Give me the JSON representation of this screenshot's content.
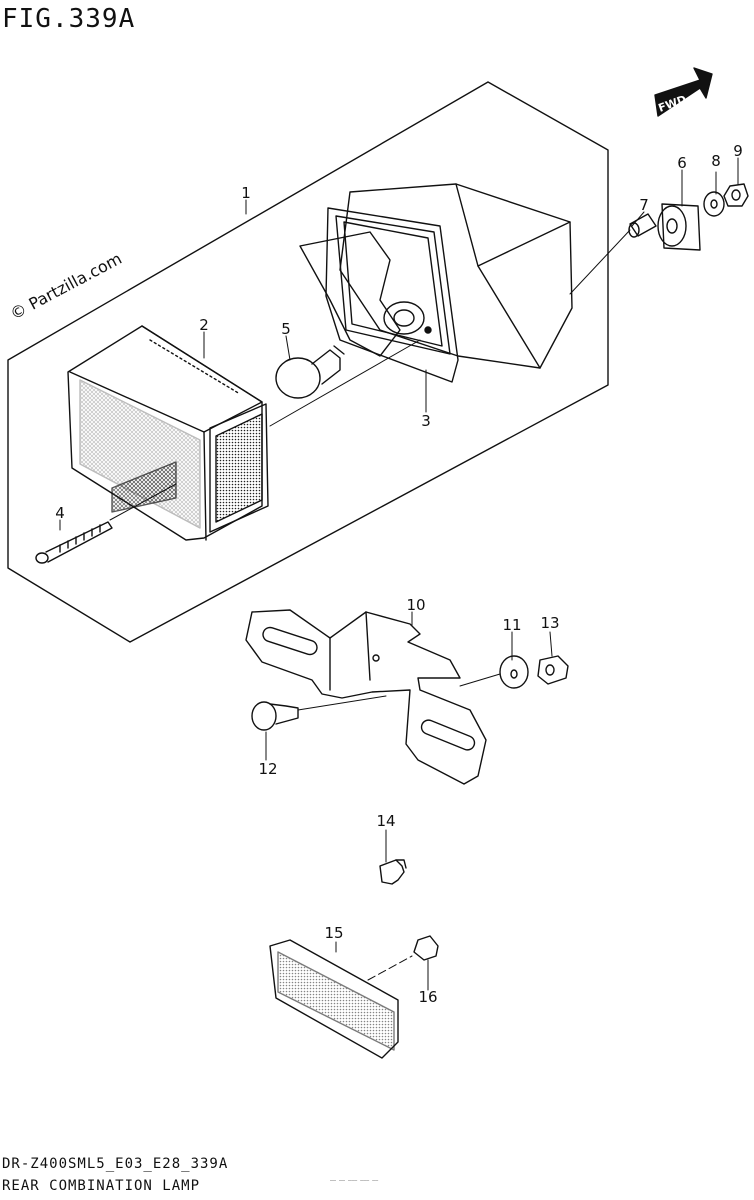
{
  "figure": {
    "title": "FIG.339A",
    "watermark": "© Partzilla.com",
    "direction_label": "FWD"
  },
  "parts": [
    {
      "id": "part-1",
      "number": "1"
    },
    {
      "id": "part-2",
      "number": "2"
    },
    {
      "id": "part-3",
      "number": "3"
    },
    {
      "id": "part-4",
      "number": "4"
    },
    {
      "id": "part-5",
      "number": "5"
    },
    {
      "id": "part-6",
      "number": "6"
    },
    {
      "id": "part-7",
      "number": "7"
    },
    {
      "id": "part-8",
      "number": "8"
    },
    {
      "id": "part-9",
      "number": "9"
    },
    {
      "id": "part-10",
      "number": "10"
    },
    {
      "id": "part-11",
      "number": "11"
    },
    {
      "id": "part-12",
      "number": "12"
    },
    {
      "id": "part-13",
      "number": "13"
    },
    {
      "id": "part-14",
      "number": "14"
    },
    {
      "id": "part-15",
      "number": "15"
    },
    {
      "id": "part-16",
      "number": "16"
    }
  ],
  "footer": {
    "code": "DR-Z400SML5_E03_E28_339A",
    "name": "REAR COMBINATION LAMP",
    "fine_print": "—— —— ——— ——— ——"
  },
  "colors": {
    "line": "#111111",
    "background": "#ffffff"
  }
}
